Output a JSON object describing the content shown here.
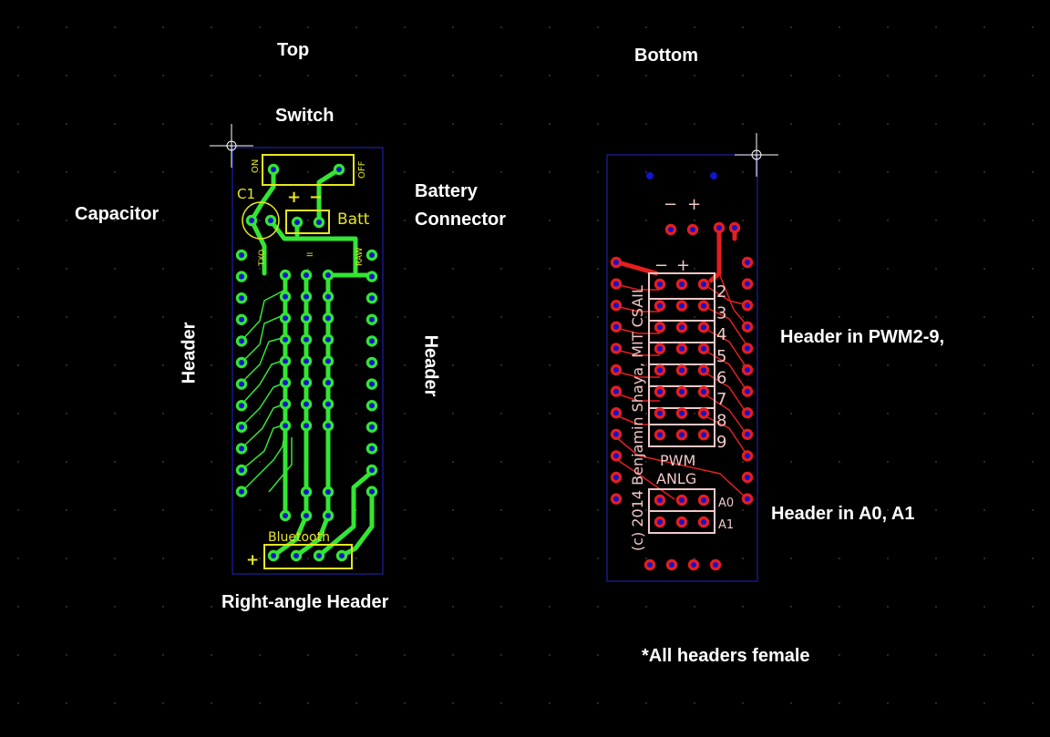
{
  "labels": {
    "top": "Top",
    "bottom": "Bottom",
    "switch": "Switch",
    "capacitor": "Capacitor",
    "battery_connector_line1": "Battery",
    "battery_connector_line2": "Connector",
    "header_left": "Header",
    "header_right": "Header",
    "right_angle_header": "Right-angle Header",
    "header_pwm": "Header in PWM2-9,",
    "header_analog": "Header in A0, A1",
    "note": "*All headers female"
  },
  "silk_top": {
    "on": "ON",
    "off": "OFF",
    "c1": "C1",
    "plus": "+",
    "minus": "−",
    "batt": "Batt",
    "txo": "TXO",
    "raw": "RAW",
    "ii": "II",
    "bluetooth": "Bluetooth",
    "bt_plus": "+"
  },
  "silk_bottom": {
    "minus": "−",
    "plus": "+",
    "minus2": "−",
    "plus2": "+",
    "credit": "(c) 2014 Benjamin Shaya, MIT CSAIL",
    "pwm": "PWM",
    "anlg": "ANLG",
    "a0": "A0",
    "a1": "A1",
    "pwm_pins": [
      "2",
      "3",
      "4",
      "5",
      "6",
      "7",
      "8",
      "9"
    ]
  },
  "colors": {
    "background": "#000000",
    "board_outline": "#1e1ea8",
    "top_copper": "#33e633",
    "bottom_copper": "#e61e1e",
    "via_hole": "#1414c8",
    "silkscreen_top": "#e6e61e",
    "silkscreen_bottom": "#f0c8c8",
    "label_text": "#ffffff"
  }
}
